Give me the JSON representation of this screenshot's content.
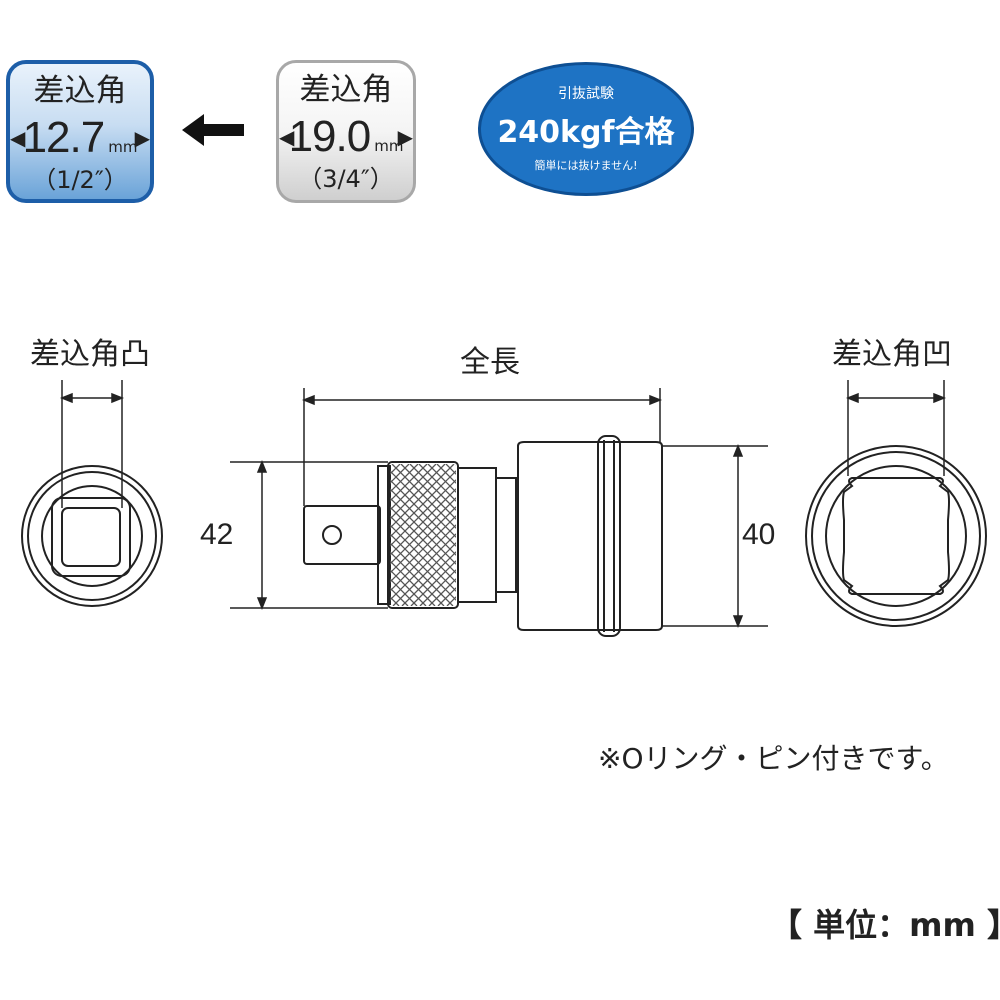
{
  "badge_blue": {
    "title": "差込角",
    "size": "12.7",
    "unit": "mm",
    "inch": "（1/2″）"
  },
  "badge_gray": {
    "title": "差込角",
    "size": "19.0",
    "unit": "mm",
    "inch": "（3/4″）"
  },
  "test_badge": {
    "line1": "引抜試験",
    "line2": "240kgf合格",
    "line3": "簡単には抜けません!"
  },
  "labels": {
    "male_square": "差込角凸",
    "female_square": "差込角凹",
    "total_length": "全長",
    "dim_left": "42",
    "dim_right": "40"
  },
  "note": "※Oリング・ピン付きです。",
  "unit_label": "【 単位：mm 】",
  "colors": {
    "accent_blue": "#1e73c4",
    "badge_border_blue": "#1d5ea8",
    "badge_border_gray": "#a8a8a8"
  }
}
